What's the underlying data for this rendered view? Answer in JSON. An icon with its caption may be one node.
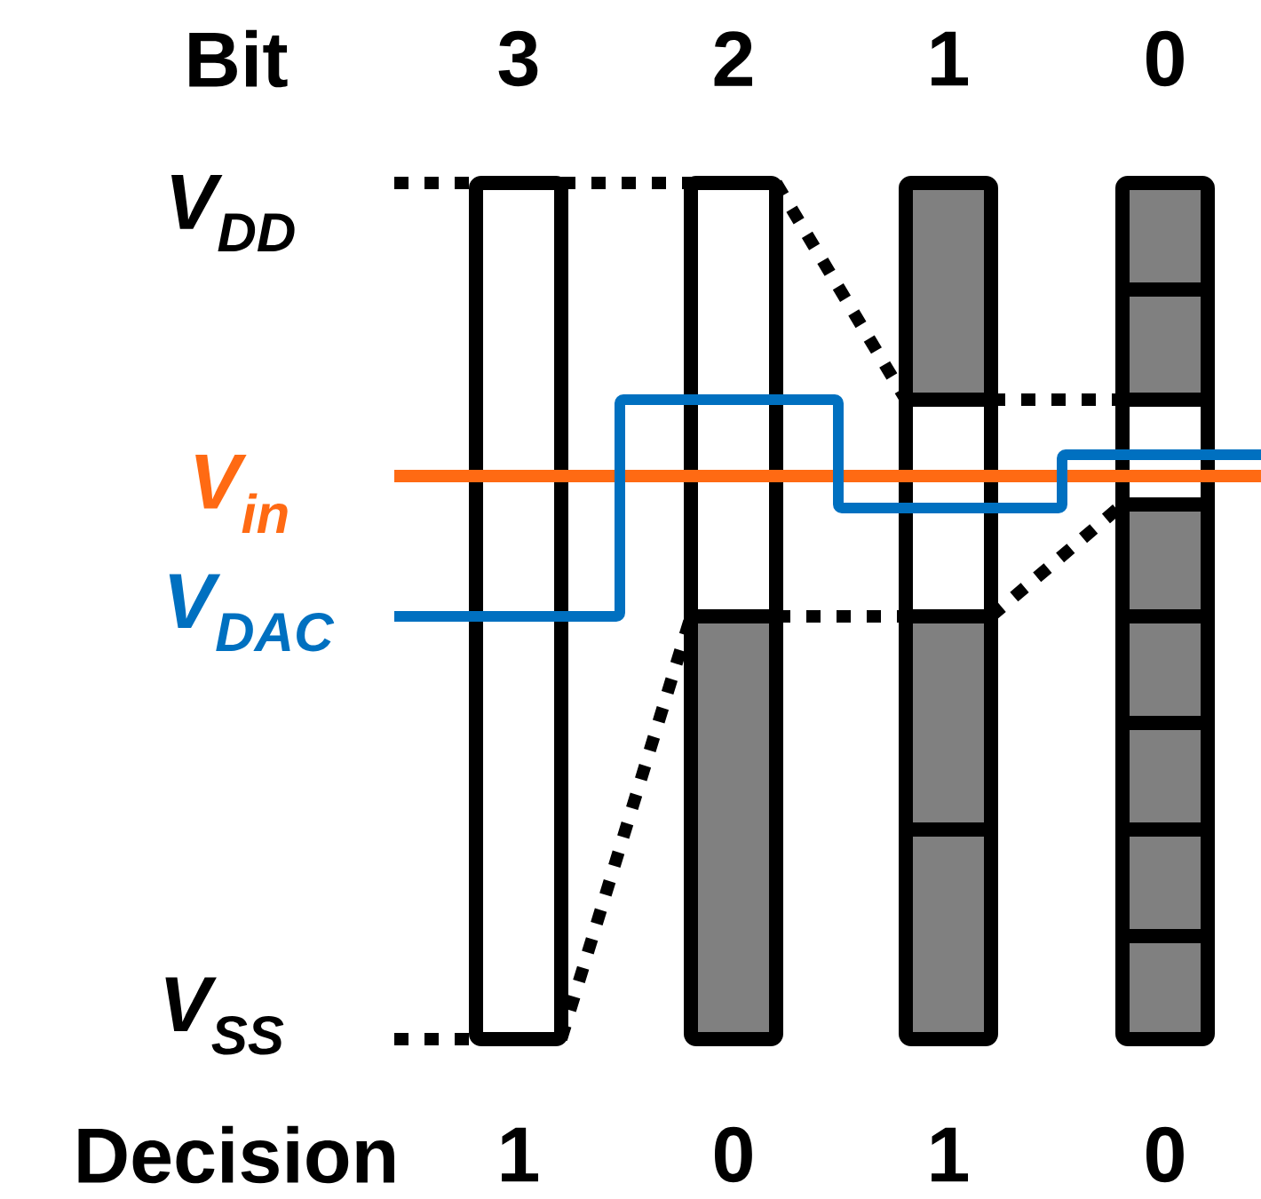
{
  "diagram": {
    "nodes": [
      {
        "text": [],
        "shape": "bar"
      },
      {
        "text": [],
        "shape": "bar"
      },
      {
        "text": [],
        "shape": "bar"
      },
      {
        "text": [],
        "shape": "bar"
      }
    ],
    "edges": [
      {
        "from": null,
        "to": 0,
        "arrow": "none",
        "style": "dashed"
      },
      {
        "from": 0,
        "to": 1,
        "arrow": "none",
        "style": "dashed"
      },
      {
        "from": 1,
        "to": 2,
        "arrow": "none",
        "style": "dashed"
      },
      {
        "from": 2,
        "to": 3,
        "arrow": "none",
        "style": "dashed"
      },
      {
        "from": 1,
        "to": 2,
        "arrow": "none",
        "style": "dashed"
      },
      {
        "from": 2,
        "to": 3,
        "arrow": "none",
        "style": "dashed"
      },
      {
        "from": null,
        "to": 0,
        "arrow": "none",
        "style": "dashed"
      },
      {
        "from": 0,
        "to": 1,
        "arrow": "none",
        "style": "dashed"
      }
    ],
    "labels": [
      "Bit",
      "3",
      "2",
      "1",
      "0",
      "V$_{DD}$",
      "V$_{in}$",
      "V$_{DAC}$",
      "V$_{SS}$",
      "Decision",
      "1",
      "0",
      "1",
      "0"
    ]
  }
}
